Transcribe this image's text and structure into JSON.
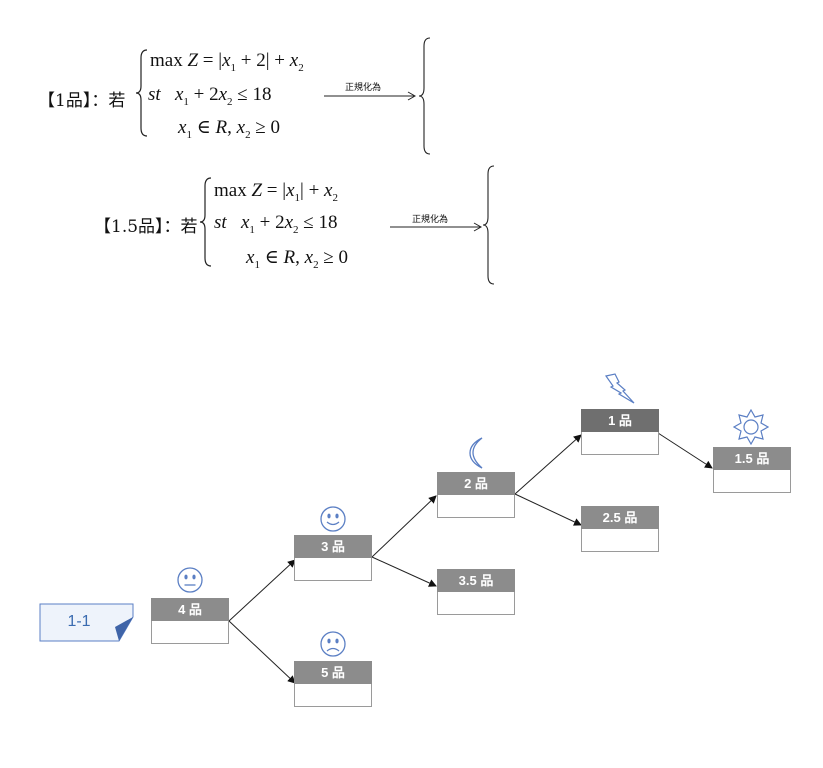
{
  "problems": [
    {
      "label": "【1品】：若",
      "objective": {
        "prefix": "max ",
        "Z": "Z",
        "eq": " = ",
        "abs_open": "|",
        "x": "x",
        "sub1": "1",
        "plus2": " + 2",
        "abs_close": "|",
        "plus": " + ",
        "x2": "x",
        "sub2": "2"
      },
      "constraint": {
        "st": "st",
        "x1": "x",
        "sub1": "1",
        "mid": " + 2",
        "x2": "x",
        "sub2": "2",
        "rhs": " ≤ 18"
      },
      "domain": {
        "x1": "x",
        "sub1": "1",
        "in": " ∈ ",
        "R": "R",
        "comma": ", ",
        "x2": "x",
        "sub2": "2",
        "rhs": " ≥ 0"
      },
      "arrow_label": "正規化為"
    },
    {
      "label": "【1.5品】：若",
      "objective": {
        "prefix": "max ",
        "Z": "Z",
        "eq": " = ",
        "abs_open": "|",
        "x": "x",
        "sub1": "1",
        "abs_close": "|",
        "plus": " + ",
        "x2": "x",
        "sub2": "2"
      },
      "constraint": {
        "st": "st",
        "x1": "x",
        "sub1": "1",
        "mid": " + 2",
        "x2": "x",
        "sub2": "2",
        "rhs": " ≤ 18"
      },
      "domain": {
        "x1": "x",
        "sub1": "1",
        "in": " ∈ ",
        "R": "R",
        "comma": ", ",
        "x2": "x",
        "sub2": "2",
        "rhs": " ≥ 0"
      },
      "arrow_label": "正規化為"
    }
  ],
  "tag": {
    "label": "1-1"
  },
  "nodes": {
    "n4": "4 品",
    "n3": "3 品",
    "n5": "5 品",
    "n2": "2 品",
    "n35": "3.5 品",
    "n1": "1 品",
    "n25": "2.5 品",
    "n15": "1.5 品"
  },
  "icons": {
    "n4": "neutral-face-icon",
    "n3": "smiley-face-icon",
    "n5": "frown-face-icon",
    "n2": "moon-icon",
    "n1": "lightning-icon",
    "n15": "sun-icon"
  },
  "colors": {
    "icon_stroke": "#5b7fc4",
    "node_head": "#8c8c8c",
    "node_head_dark": "#6f6f6f",
    "tag_text": "#3a6bb0"
  }
}
